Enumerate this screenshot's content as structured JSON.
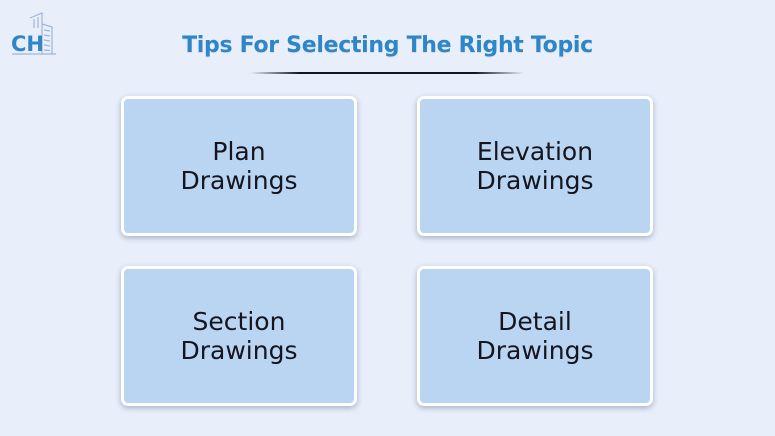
{
  "logo": {
    "icon": "building-ch-logo-icon",
    "text": "CH"
  },
  "title": "Tips For Selecting The Right Topic",
  "colors": {
    "background": "#e8eefa",
    "title": "#2e86c8",
    "card_fill": "#b9d5f2",
    "card_border": "#ffffff",
    "card_text": "#15151f"
  },
  "cards": [
    {
      "line1": "Plan",
      "line2": "Drawings"
    },
    {
      "line1": "Elevation",
      "line2": "Drawings"
    },
    {
      "line1": "Section",
      "line2": "Drawings"
    },
    {
      "line1": "Detail",
      "line2": "Drawings"
    }
  ]
}
